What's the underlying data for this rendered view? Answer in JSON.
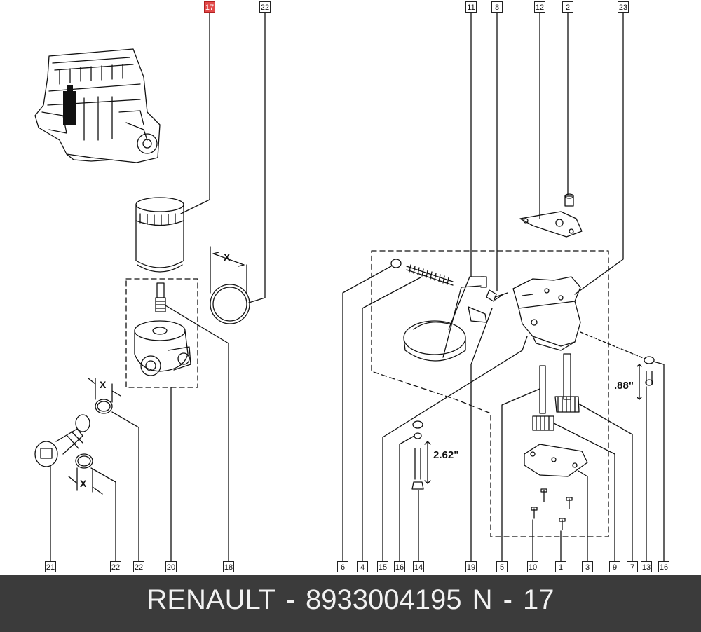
{
  "footer": {
    "brand": "RENAULT",
    "part_number": "8933004195",
    "ref": "N - 17",
    "text": "RENAULT - 8933004195   N - 17"
  },
  "callouts": [
    {
      "id": "c17-top",
      "num": "17",
      "highlight": true
    },
    {
      "id": "c22-top",
      "num": "22"
    },
    {
      "id": "c11",
      "num": "11"
    },
    {
      "id": "c8",
      "num": "8"
    },
    {
      "id": "c12",
      "num": "12"
    },
    {
      "id": "c2",
      "num": "2"
    },
    {
      "id": "c23",
      "num": "23"
    },
    {
      "id": "c21",
      "num": "21"
    },
    {
      "id": "c22-b1",
      "num": "22"
    },
    {
      "id": "c22-b2",
      "num": "22"
    },
    {
      "id": "c20",
      "num": "20"
    },
    {
      "id": "c18",
      "num": "18"
    },
    {
      "id": "c6",
      "num": "6"
    },
    {
      "id": "c4",
      "num": "4"
    },
    {
      "id": "c15",
      "num": "15"
    },
    {
      "id": "c16-a",
      "num": "16"
    },
    {
      "id": "c14",
      "num": "14"
    },
    {
      "id": "c19",
      "num": "19"
    },
    {
      "id": "c5",
      "num": "5"
    },
    {
      "id": "c10",
      "num": "10"
    },
    {
      "id": "c1",
      "num": "1"
    },
    {
      "id": "c3",
      "num": "3"
    },
    {
      "id": "c9",
      "num": "9"
    },
    {
      "id": "c7",
      "num": "7"
    },
    {
      "id": "c13",
      "num": "13"
    },
    {
      "id": "c16-b",
      "num": "16"
    }
  ],
  "dimensions": {
    "bolt_length": "2.62\"",
    "gap": ".88\"",
    "x_mark": "X"
  },
  "colors": {
    "highlight": "#e24a4a",
    "footer_bg": "#3b3b3b",
    "line": "#111111"
  }
}
